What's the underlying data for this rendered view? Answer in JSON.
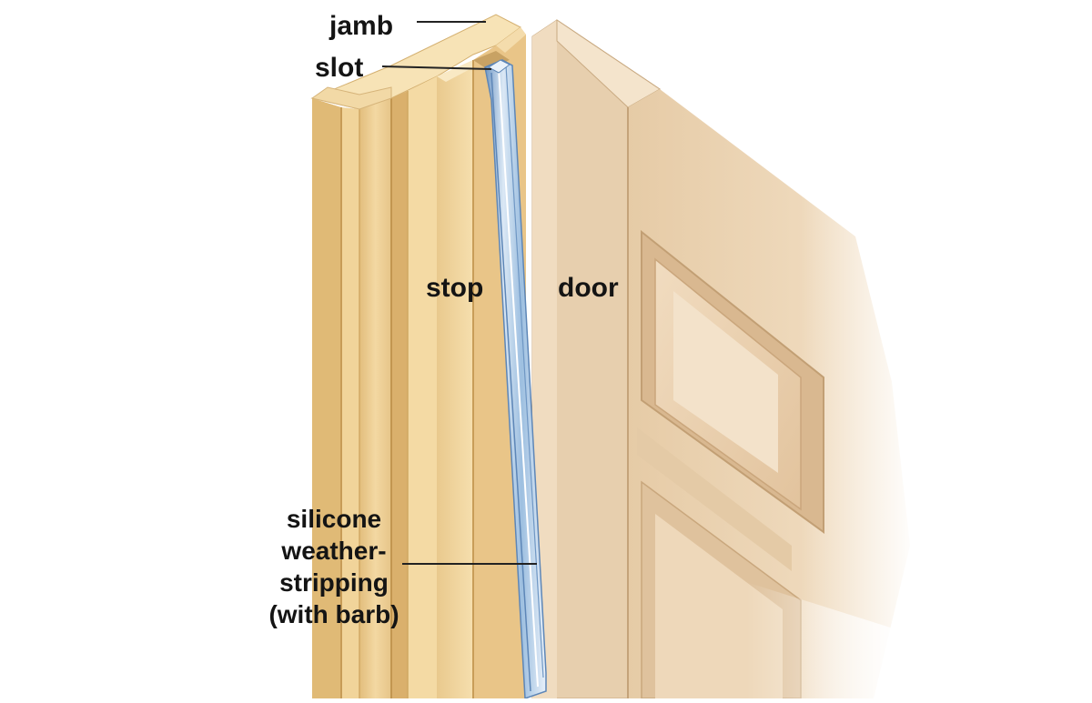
{
  "labels": {
    "jamb": "jamb",
    "slot": "slot",
    "stop": "stop",
    "door": "door",
    "weatherstripping": [
      "silicone",
      "weather-",
      "stripping",
      "(with barb)"
    ]
  },
  "colors": {
    "jamb_wood": "#f1d49a",
    "jamb_wood_dark": "#d9b677",
    "door_wood": "#ecd4b4",
    "door_wood_dark": "#cdb08c",
    "weatherstrip_blue": "#8fb6dc",
    "label_text": "#141414"
  }
}
